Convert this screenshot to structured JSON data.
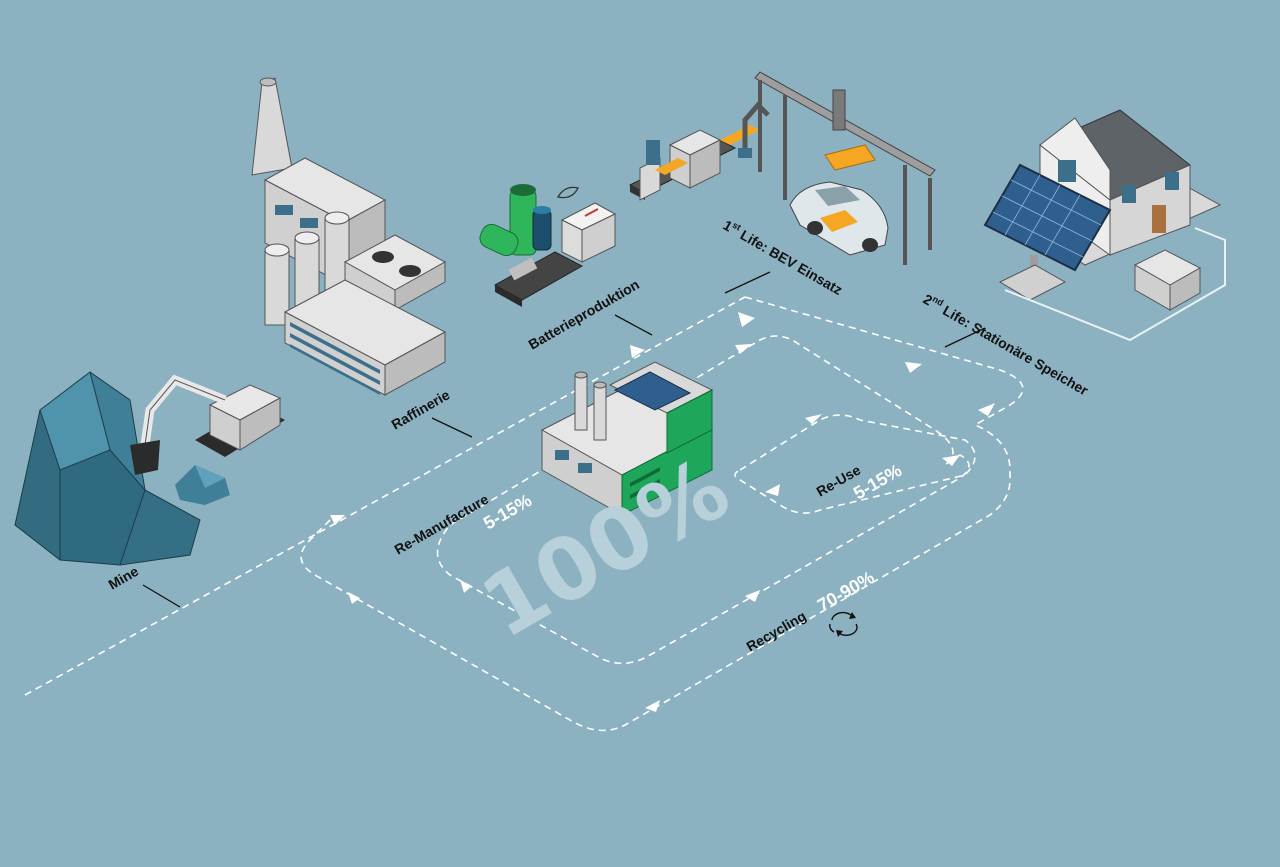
{
  "labels": {
    "mine": "Mine",
    "raffinerie": "Raffinerie",
    "batterieproduktion": "Batterieproduktion",
    "first_life_num": "1",
    "first_life_sup": "st",
    "first_life_text": " Life: BEV Einsatz",
    "second_life_num": "2",
    "second_life_sup": "nd",
    "second_life_text": " Life: Stationäre Speicher",
    "remanufacture": "Re-Manufacture",
    "remanufacture_pct": "5-15%",
    "reuse": "Re-Use",
    "reuse_pct": "5-15%",
    "recycling": "Recycling",
    "recycling_pct": "70-90%",
    "total": "100%"
  },
  "icons": [
    "mine-rock-icon",
    "excavator-icon",
    "refinery-icon",
    "battery-cells-icon",
    "leaf-icon",
    "assembly-line-icon",
    "robot-arm-icon",
    "gantry-crane-icon",
    "electric-car-icon",
    "house-icon",
    "solar-panel-icon",
    "storage-unit-icon",
    "factory-icon",
    "recycle-icon"
  ],
  "colors": {
    "background": "#8cb2c2",
    "flow_line": "#ffffff",
    "label_text": "#111111",
    "percent_text": "#ffffff",
    "total_text": "#b8d0da",
    "battery_green": "#2fb55a",
    "factory_green": "#1ea65a",
    "rock": "#3f7f97",
    "battery_orange": "#f5a623"
  }
}
